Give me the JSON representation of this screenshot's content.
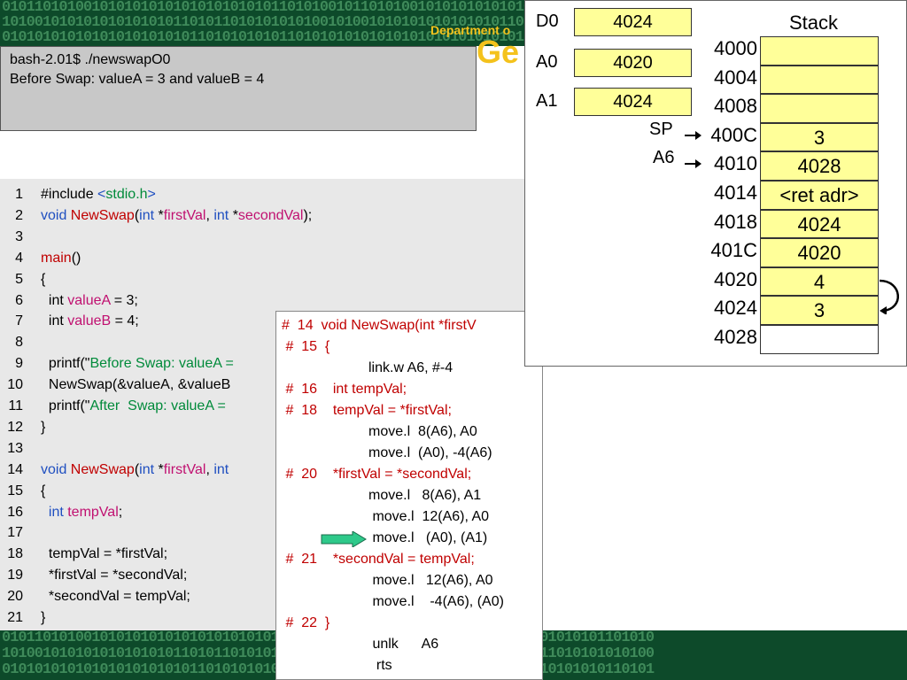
{
  "header": {
    "binary_rows": [
      "0101101010010101010101010101010101101010",
      "1010010101010101010101101011010101010100",
      "0101010101010101010101011010101010110101"
    ],
    "department": "Department o",
    "title_fragment": "Ge"
  },
  "terminal": {
    "lines": [
      "bash-2.01$ ./newswapO0",
      "Before Swap: valueA = 3 and valueB = 4"
    ]
  },
  "source": {
    "lines": [
      {
        "n": "1",
        "parts": [
          [
            "",
            "#include "
          ],
          [
            "kw",
            "<"
          ],
          [
            "str",
            "stdio.h"
          ],
          [
            "kw",
            ">"
          ]
        ]
      },
      {
        "n": "2",
        "parts": [
          [
            "kw",
            "void "
          ],
          [
            "fn",
            "NewSwap"
          ],
          [
            "",
            "("
          ],
          [
            "kw",
            "int "
          ],
          [
            "",
            "*"
          ],
          [
            "var",
            "firstVal"
          ],
          [
            "",
            ", "
          ],
          [
            "kw",
            "int "
          ],
          [
            "",
            "*"
          ],
          [
            "var",
            "secondVal"
          ],
          [
            "",
            ");"
          ]
        ]
      },
      {
        "n": "3",
        "parts": []
      },
      {
        "n": "4",
        "parts": [
          [
            "fn",
            "main"
          ],
          [
            "",
            "()"
          ]
        ]
      },
      {
        "n": "5",
        "parts": [
          [
            "",
            "{"
          ]
        ]
      },
      {
        "n": "6",
        "parts": [
          [
            "",
            "  int "
          ],
          [
            "var",
            "valueA"
          ],
          [
            "",
            " = 3;"
          ]
        ]
      },
      {
        "n": "7",
        "parts": [
          [
            "",
            "  int "
          ],
          [
            "var",
            "valueB"
          ],
          [
            "",
            " = 4;"
          ]
        ]
      },
      {
        "n": "8",
        "parts": []
      },
      {
        "n": "9",
        "parts": [
          [
            "",
            "  printf(\""
          ],
          [
            "str",
            "Before Swap: valueA ="
          ]
        ]
      },
      {
        "n": "10",
        "parts": [
          [
            "",
            "  NewSwap(&valueA, &valueB"
          ]
        ]
      },
      {
        "n": "11",
        "parts": [
          [
            "",
            "  printf(\""
          ],
          [
            "str",
            "After  Swap: valueA ="
          ]
        ]
      },
      {
        "n": "12",
        "parts": [
          [
            "",
            "}"
          ]
        ]
      },
      {
        "n": "13",
        "parts": []
      },
      {
        "n": "14",
        "parts": [
          [
            "kw",
            "void "
          ],
          [
            "fn",
            "NewSwap"
          ],
          [
            "",
            "("
          ],
          [
            "kw",
            "int "
          ],
          [
            "",
            "*"
          ],
          [
            "var",
            "firstVal"
          ],
          [
            "",
            ", "
          ],
          [
            "kw",
            "int"
          ]
        ]
      },
      {
        "n": "15",
        "parts": [
          [
            "",
            "{"
          ]
        ]
      },
      {
        "n": "16",
        "parts": [
          [
            "kw",
            "  int "
          ],
          [
            "var",
            "tempVal"
          ],
          [
            "",
            ";"
          ]
        ]
      },
      {
        "n": "17",
        "parts": []
      },
      {
        "n": "18",
        "parts": [
          [
            "",
            "  tempVal = *firstVal;"
          ]
        ]
      },
      {
        "n": "19",
        "parts": [
          [
            "",
            "  *firstVal = *secondVal;"
          ]
        ]
      },
      {
        "n": "20",
        "parts": [
          [
            "",
            "  *secondVal = tempVal;"
          ]
        ]
      },
      {
        "n": "21",
        "parts": [
          [
            "",
            "}"
          ]
        ]
      }
    ]
  },
  "assembly": {
    "lines": [
      {
        "cls": "red",
        "indent": 1,
        "text": "#  14  void NewSwap(int *firstV"
      },
      {
        "cls": "red",
        "indent": 2,
        "text": " #  15  {"
      },
      {
        "cls": "black",
        "indent": 8,
        "text": "link.w A6, #-4"
      },
      {
        "cls": "red",
        "indent": 2,
        "text": " #  16    int tempVal;"
      },
      {
        "cls": "red",
        "indent": 2,
        "text": " #  18    tempVal = *firstVal;"
      },
      {
        "cls": "black",
        "indent": 9,
        "text": "move.l  8(A6), A0"
      },
      {
        "cls": "black",
        "indent": 9,
        "text": "move.l  (A0), -4(A6)"
      },
      {
        "cls": "red",
        "indent": 2,
        "text": " #  20    *firstVal = *secondVal;"
      },
      {
        "cls": "black",
        "indent": 9,
        "text": "move.l   8(A6), A1"
      },
      {
        "cls": "black",
        "indent": 9,
        "text": " move.l  12(A6), A0"
      },
      {
        "cls": "black",
        "indent": 9,
        "text": " move.l   (A0), (A1)"
      },
      {
        "cls": "red",
        "indent": 2,
        "text": " #  21    *secondVal = tempVal;"
      },
      {
        "cls": "black",
        "indent": 9,
        "text": " move.l   12(A6), A0"
      },
      {
        "cls": "black",
        "indent": 9,
        "text": " move.l    -4(A6), (A0)"
      },
      {
        "cls": "red",
        "indent": 2,
        "text": " #  22  }"
      },
      {
        "cls": "black",
        "indent": 9,
        "text": " unlk      A6"
      },
      {
        "cls": "black",
        "indent": 9,
        "text": "  rts"
      }
    ],
    "current_line_index": 10
  },
  "registers": [
    {
      "name": "D0",
      "value": "4024"
    },
    {
      "name": "A0",
      "value": "4020"
    },
    {
      "name": "A1",
      "value": "4024"
    }
  ],
  "stack": {
    "title": "Stack",
    "cells": [
      {
        "addr": "4000",
        "value": ""
      },
      {
        "addr": "4004",
        "value": ""
      },
      {
        "addr": "4008",
        "value": ""
      },
      {
        "addr": "400C",
        "value": "3"
      },
      {
        "addr": "4010",
        "value": "4028"
      },
      {
        "addr": "4014",
        "value": "<ret adr>"
      },
      {
        "addr": "4018",
        "value": "4024"
      },
      {
        "addr": "401C",
        "value": "4020"
      },
      {
        "addr": "4020",
        "value": "4"
      },
      {
        "addr": "4024",
        "value": "3"
      },
      {
        "addr": "4028",
        "value": ""
      }
    ],
    "pointers": [
      {
        "label": "SP",
        "target": "400C"
      },
      {
        "label": "A6",
        "target": "4010"
      }
    ]
  },
  "colors": {
    "highlight": "#ffff99",
    "arrow": "#2ec98a",
    "comment": "#c00000"
  }
}
